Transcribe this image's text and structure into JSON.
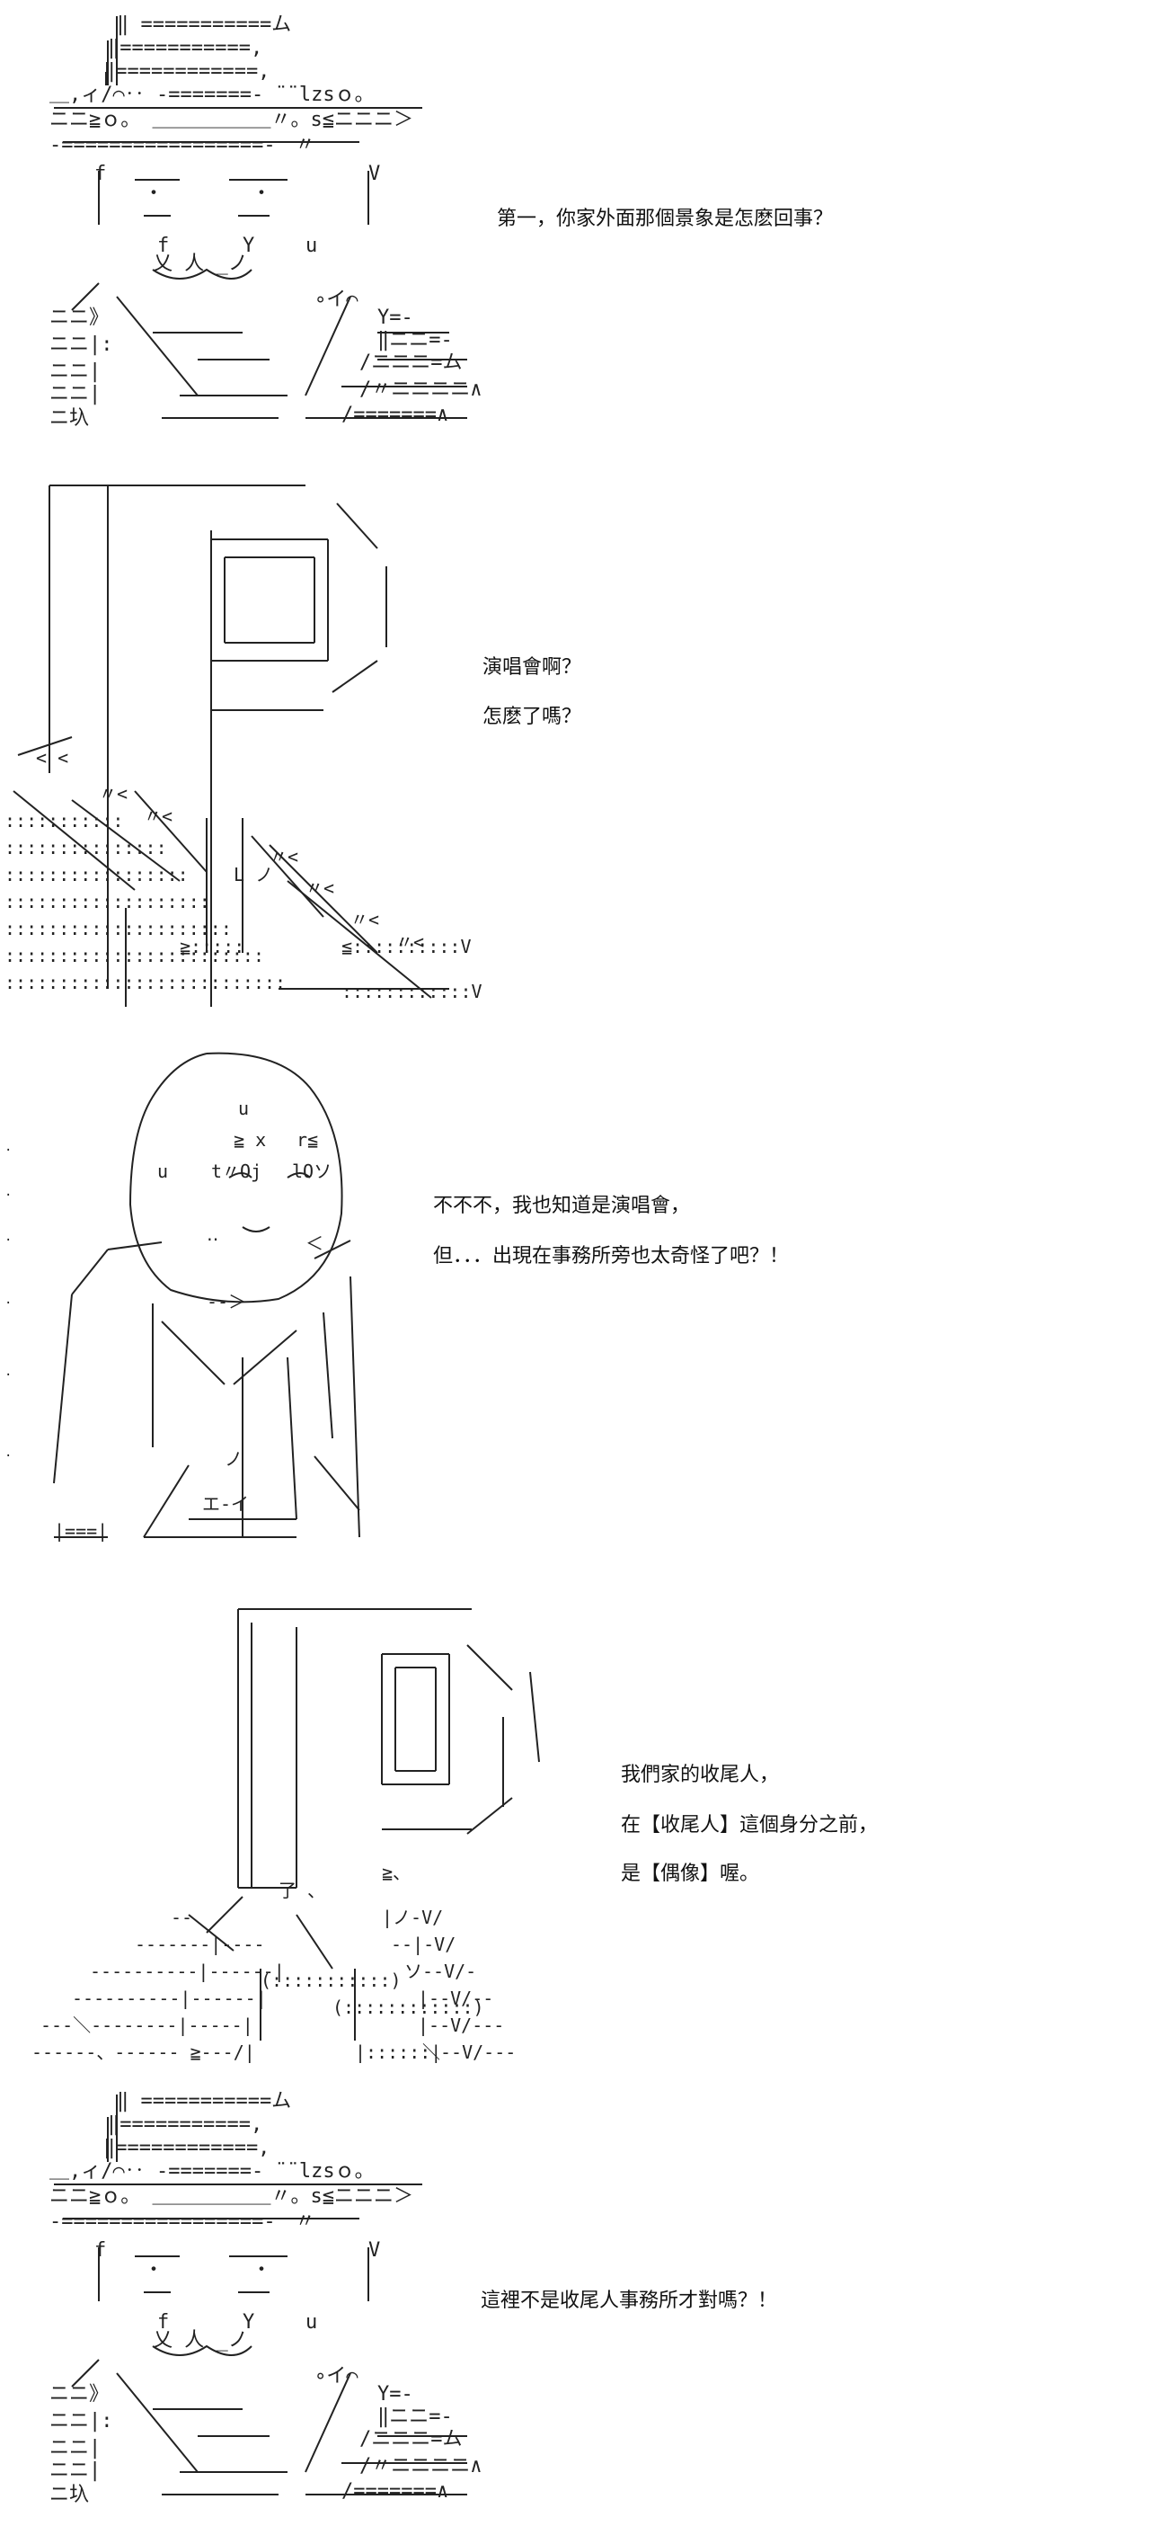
{
  "panels": [
    {
      "art_name": "hat-man-face",
      "lines": [
        "第一，你家外面那個景象是怎麽回事？"
      ]
    },
    {
      "art_name": "giant-p-sign",
      "lines": [
        "演唱會啊？",
        "怎麽了嗎？"
      ]
    },
    {
      "art_name": "round-head-man",
      "lines": [
        "不不不，我也知道是演唱會，",
        "但．．．出現在事務所旁也太奇怪了吧？！"
      ]
    },
    {
      "art_name": "p-sign-with-crowd",
      "lines": [
        "我們家的收尾人，",
        "在【收尾人】這個身分之前，",
        "是【偶像】喔。"
      ]
    },
    {
      "art_name": "hat-man-face-repeat",
      "lines": [
        "這裡不是收尾人事務所才對嗎？！"
      ]
    }
  ]
}
